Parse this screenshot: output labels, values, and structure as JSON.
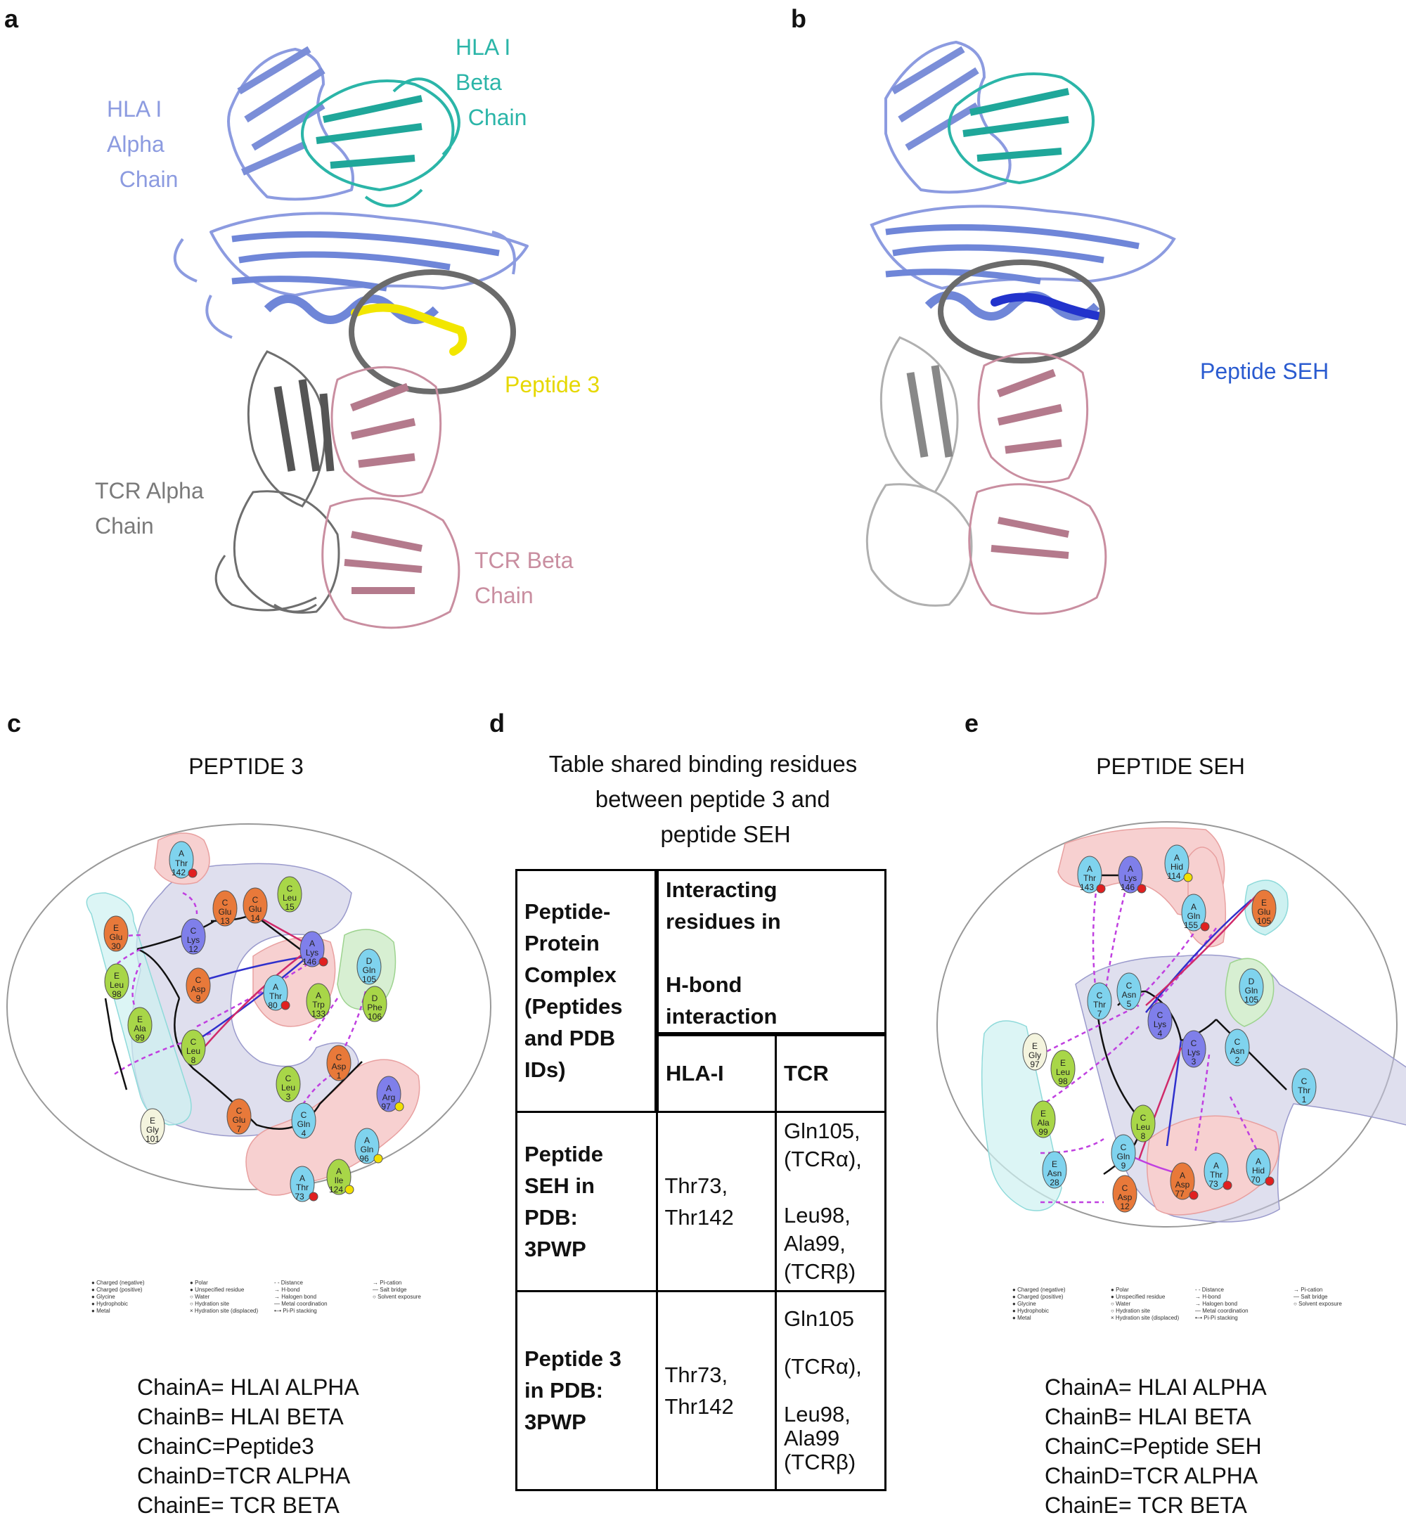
{
  "panels": {
    "a": {
      "letter": "a",
      "labels": {
        "hla_alpha": "HLA I\nAlpha\n  Chain",
        "hla_beta": "HLA I\nBeta\n  Chain",
        "peptide": "Peptide 3",
        "tcr_alpha": "TCR Alpha\nChain",
        "tcr_beta": "TCR Beta\nChain"
      }
    },
    "b": {
      "letter": "b",
      "labels": {
        "peptide": "Peptide SEH"
      }
    },
    "c": {
      "letter": "c",
      "title": "PEPTIDE 3",
      "chains": [
        "ChainA= HLAI ALPHA",
        "ChainB= HLAI BETA",
        "ChainC=Peptide3",
        "ChainD=TCR ALPHA",
        "ChainE= TCR BETA"
      ],
      "residues": [
        {
          "chain": "A",
          "name": "Thr",
          "num": "142",
          "type": "polar"
        },
        {
          "chain": "C",
          "name": "Glu",
          "num": "13",
          "type": "negative"
        },
        {
          "chain": "C",
          "name": "Glu",
          "num": "14",
          "type": "negative"
        },
        {
          "chain": "C",
          "name": "Leu",
          "num": "15",
          "type": "hydrophobic"
        },
        {
          "chain": "E",
          "name": "Glu",
          "num": "30",
          "type": "negative"
        },
        {
          "chain": "C",
          "name": "Lys",
          "num": "12",
          "type": "positive"
        },
        {
          "chain": "A",
          "name": "Lys",
          "num": "146",
          "type": "positive"
        },
        {
          "chain": "D",
          "name": "Gln",
          "num": "105",
          "type": "polar"
        },
        {
          "chain": "E",
          "name": "Leu",
          "num": "98",
          "type": "hydrophobic"
        },
        {
          "chain": "C",
          "name": "Asp",
          "num": "9",
          "type": "negative"
        },
        {
          "chain": "A",
          "name": "Thr",
          "num": "80",
          "type": "polar"
        },
        {
          "chain": "A",
          "name": "Trp",
          "num": "133",
          "type": "hydrophobic"
        },
        {
          "chain": "D",
          "name": "Phe",
          "num": "106",
          "type": "hydrophobic"
        },
        {
          "chain": "E",
          "name": "Ala",
          "num": "99",
          "type": "hydrophobic"
        },
        {
          "chain": "C",
          "name": "Leu",
          "num": "8",
          "type": "hydrophobic"
        },
        {
          "chain": "C",
          "name": "Asp",
          "num": "1",
          "type": "negative"
        },
        {
          "chain": "C",
          "name": "Leu",
          "num": "3",
          "type": "hydrophobic"
        },
        {
          "chain": "A",
          "name": "Arg",
          "num": "97",
          "type": "positive"
        },
        {
          "chain": "E",
          "name": "Gly",
          "num": "101",
          "type": "glycine"
        },
        {
          "chain": "C",
          "name": "Glu",
          "num": "7",
          "type": "negative"
        },
        {
          "chain": "C",
          "name": "Gln",
          "num": "4",
          "type": "polar"
        },
        {
          "chain": "A",
          "name": "Gln",
          "num": "96",
          "type": "polar"
        },
        {
          "chain": "A",
          "name": "Ile",
          "num": "124",
          "type": "hydrophobic"
        },
        {
          "chain": "A",
          "name": "Thr",
          "num": "73",
          "type": "polar"
        }
      ]
    },
    "d": {
      "letter": "d",
      "title": "Table shared binding residues\n   between peptide 3 and\n       peptide SEH",
      "table": {
        "h_col1": "Peptide-\nProtein\nComplex\n(Peptides\nand PDB\nIDs)",
        "h_col2": "Interacting\nresidues in\n\nH-bond\ninteraction",
        "h_hla": "HLA-I",
        "h_tcr": "TCR",
        "rows": [
          {
            "complex": "Peptide\nSEH in\nPDB:\n3PWP",
            "hla": "Thr73,\nThr142",
            "tcr": "Gln105,\n(TCRα),\n\nLeu98,\nAla99,\n(TCRβ)"
          },
          {
            "complex": "Peptide 3\nin PDB:\n3PWP",
            "hla": "Thr73,\nThr142",
            "tcr": "Gln105\n\n(TCRα),\n\nLeu98,\nAla99\n(TCRβ)"
          }
        ]
      }
    },
    "e": {
      "letter": "e",
      "title": "PEPTIDE SEH",
      "chains": [
        "ChainA= HLAI ALPHA",
        "ChainB= HLAI BETA",
        "ChainC=Peptide SEH",
        "ChainD=TCR ALPHA",
        "ChainE= TCR BETA"
      ],
      "residues": [
        {
          "chain": "A",
          "name": "Thr",
          "num": "143",
          "type": "polar"
        },
        {
          "chain": "A",
          "name": "Lys",
          "num": "146",
          "type": "positive"
        },
        {
          "chain": "A",
          "name": "Hid",
          "num": "114",
          "type": "polar"
        },
        {
          "chain": "A",
          "name": "Gln",
          "num": "155",
          "type": "polar"
        },
        {
          "chain": "E",
          "name": "Glu",
          "num": "105",
          "type": "negative"
        },
        {
          "chain": "C",
          "name": "Thr",
          "num": "7",
          "type": "polar"
        },
        {
          "chain": "C",
          "name": "Asn",
          "num": "5",
          "type": "polar"
        },
        {
          "chain": "D",
          "name": "Gln",
          "num": "105",
          "type": "polar"
        },
        {
          "chain": "C",
          "name": "Lys",
          "num": "4",
          "type": "positive"
        },
        {
          "chain": "E",
          "name": "Gly",
          "num": "97",
          "type": "glycine"
        },
        {
          "chain": "C",
          "name": "Lys",
          "num": "3",
          "type": "positive"
        },
        {
          "chain": "C",
          "name": "Asn",
          "num": "2",
          "type": "polar"
        },
        {
          "chain": "E",
          "name": "Leu",
          "num": "98",
          "type": "hydrophobic"
        },
        {
          "chain": "C",
          "name": "Thr",
          "num": "1",
          "type": "polar"
        },
        {
          "chain": "C",
          "name": "Leu",
          "num": "8",
          "type": "hydrophobic"
        },
        {
          "chain": "E",
          "name": "Ala",
          "num": "99",
          "type": "hydrophobic"
        },
        {
          "chain": "C",
          "name": "Gln",
          "num": "9",
          "type": "polar"
        },
        {
          "chain": "A",
          "name": "Hid",
          "num": "70",
          "type": "polar"
        },
        {
          "chain": "A",
          "name": "Thr",
          "num": "73",
          "type": "polar"
        },
        {
          "chain": "E",
          "name": "Asn",
          "num": "28",
          "type": "polar"
        },
        {
          "chain": "A",
          "name": "Asp",
          "num": "77",
          "type": "negative"
        },
        {
          "chain": "C",
          "name": "Asp",
          "num": "12",
          "type": "negative"
        }
      ]
    }
  },
  "legend": {
    "col1": [
      "Charged (negative)",
      "Charged (positive)",
      "Glycine",
      "Hydrophobic",
      "Metal"
    ],
    "col2": [
      "Polar",
      "Unspecified residue",
      "Water",
      "Hydration site",
      "Hydration site (displaced)"
    ],
    "col3": [
      "Distance",
      "H-bond",
      "Halogen bond",
      "Metal coordination",
      "Pi-Pi stacking"
    ],
    "col4": [
      "Pi-cation",
      "Salt bridge",
      "Solvent exposure"
    ]
  },
  "colors": {
    "hla_alpha": "#8c9be0",
    "hla_beta": "#2bb5a8",
    "peptide3": "#f2e600",
    "peptide_seh": "#2255cc",
    "tcr_alpha": "#808080",
    "tcr_beta": "#c98ea0",
    "negative": "#e8793a",
    "positive": "#7f7fea",
    "polar": "#7fd3ee",
    "hydrophobic": "#a8d648",
    "glycine": "#f4f4de"
  }
}
